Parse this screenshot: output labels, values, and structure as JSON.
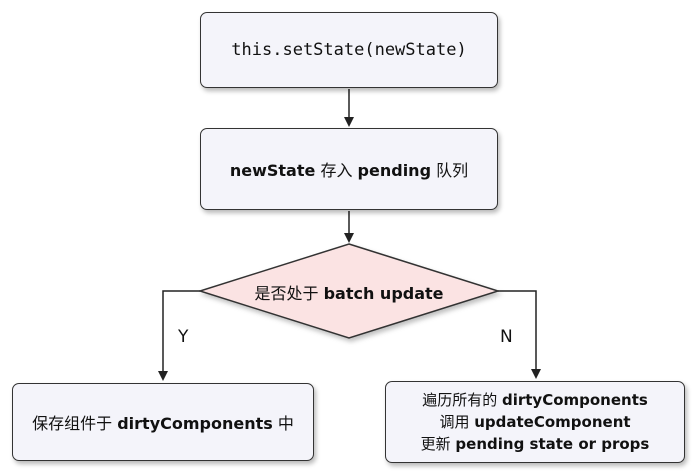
{
  "nodes": {
    "set_state": "this.setState(newState)",
    "pending_prefix": "newState",
    "pending_mid": " 存入 ",
    "pending_bold": "pending",
    "pending_suffix": " 队列",
    "decision_prefix": "是否处于 ",
    "decision_bold": "batch update",
    "dirty_prefix": "保存组件于 ",
    "dirty_bold": "dirtyComponents",
    "dirty_suffix": " 中",
    "update_line1_prefix": "遍历所有的 ",
    "update_line1_bold": "dirtyComponents",
    "update_line2_prefix": "调用 ",
    "update_line2_bold": "updateComponent",
    "update_line3_prefix": "更新 ",
    "update_line3_bold": "pending state or props"
  },
  "edges": {
    "yes_label": "Y",
    "no_label": "N"
  },
  "colors": {
    "box_fill": "#f4f4fa",
    "diamond_fill": "#fbe3e3",
    "stroke": "#333333"
  }
}
